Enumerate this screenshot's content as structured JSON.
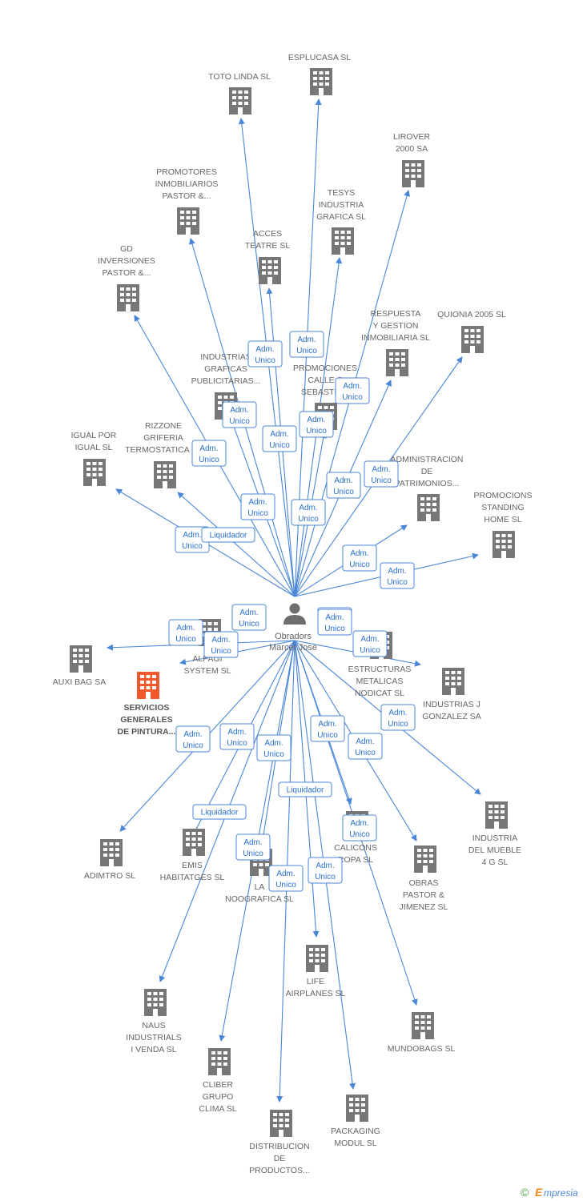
{
  "person": {
    "lines": [
      "Obradors",
      "Marcet Jose"
    ],
    "icon": "person-icon"
  },
  "colors": {
    "edge": "#4a86d8",
    "building": "#777777",
    "highlight": "#f05a2a",
    "label": "#666666",
    "badge_border": "#4a86d8",
    "badge_text": "#2a6fd0"
  },
  "companies": [
    {
      "id": "esplucasa",
      "lines": [
        "ESPLUCASA SL"
      ]
    },
    {
      "id": "toto-linda",
      "lines": [
        "TOTO LINDA SL"
      ]
    },
    {
      "id": "lirover",
      "lines": [
        "LIROVER",
        "2000 SA"
      ]
    },
    {
      "id": "promotores-inmobiliarios",
      "lines": [
        "PROMOTORES",
        "INMOBILIARIOS",
        "PASTOR &..."
      ]
    },
    {
      "id": "tesys",
      "lines": [
        "TESYS",
        "INDUSTRIA",
        "GRAFICA SL"
      ]
    },
    {
      "id": "acces-teatre",
      "lines": [
        "ACCES",
        "TEATRE SL"
      ]
    },
    {
      "id": "gd-inversiones",
      "lines": [
        "GD",
        "INVERSIONES",
        "PASTOR &..."
      ]
    },
    {
      "id": "respuesta-gestion",
      "lines": [
        "RESPUESTA",
        "Y GESTION",
        "INMOBILIARIA SL"
      ]
    },
    {
      "id": "quionia",
      "lines": [
        "QUIONIA 2005 SL"
      ]
    },
    {
      "id": "industrias-graficas",
      "lines": [
        "INDUSTRIAS",
        "GRAFICAS",
        "PUBLICITARIAS..."
      ]
    },
    {
      "id": "promociones-calle",
      "lines": [
        "PROMOCIONES",
        "CALLE S",
        "SEBASTIA..."
      ]
    },
    {
      "id": "igual-por-igual",
      "lines": [
        "IGUAL POR",
        "IGUAL SL"
      ]
    },
    {
      "id": "rizzone",
      "lines": [
        "RIZZONE",
        "GRIFERIA",
        "TERMOSTATICA SL"
      ]
    },
    {
      "id": "administracion-patrimonios",
      "lines": [
        "ADMINISTRACION",
        "DE",
        "PATRIMONIOS..."
      ]
    },
    {
      "id": "promocions-standing",
      "lines": [
        "PROMOCIONS",
        "STANDING",
        "HOME SL"
      ]
    },
    {
      "id": "auxi-bag",
      "lines": [
        "AUXI BAG SA"
      ]
    },
    {
      "id": "alpagi-system",
      "lines": [
        "ALPAGI",
        "SYSTEM SL"
      ]
    },
    {
      "id": "servicios-generales",
      "lines": [
        "SERVICIOS",
        "GENERALES",
        "DE PINTURA..."
      ],
      "highlight": true
    },
    {
      "id": "estructuras-metalicas",
      "lines": [
        "ESTRUCTURAS",
        "METALICAS",
        "NODICAT SL"
      ]
    },
    {
      "id": "industrias-j-gonzalez",
      "lines": [
        "INDUSTRIAS J",
        "GONZALEZ SA"
      ]
    },
    {
      "id": "industria-mueble",
      "lines": [
        "INDUSTRIA",
        "DEL MUEBLE",
        "4 G SL"
      ]
    },
    {
      "id": "adimtro",
      "lines": [
        "ADIMTRO SL"
      ]
    },
    {
      "id": "emis-habitatges",
      "lines": [
        "EMIS",
        "HABITATGES SL"
      ]
    },
    {
      "id": "la-noografica",
      "lines": [
        "LA",
        "NOOGRAFICA SL"
      ]
    },
    {
      "id": "calicons-ropa",
      "lines": [
        "CALICONS",
        "ROPA SL"
      ]
    },
    {
      "id": "obras-pastor",
      "lines": [
        "OBRAS",
        "PASTOR &",
        "JIMENEZ SL"
      ]
    },
    {
      "id": "life-airplanes",
      "lines": [
        "LIFE",
        "AIRPLANES SL"
      ]
    },
    {
      "id": "naus-industrials",
      "lines": [
        "NAUS",
        "INDUSTRIALS",
        "I VENDA SL"
      ]
    },
    {
      "id": "mundobags",
      "lines": [
        "MUNDOBAGS SL"
      ]
    },
    {
      "id": "cliber-grupo",
      "lines": [
        "CLIBER",
        "GRUPO",
        "CLIMA SL"
      ]
    },
    {
      "id": "packaging-modul",
      "lines": [
        "PACKAGING",
        "MODUL SL"
      ]
    },
    {
      "id": "distribucion-productos",
      "lines": [
        "DISTRIBUCION",
        "DE",
        "PRODUCTOS..."
      ]
    }
  ],
  "relations": [
    {
      "lines": [
        "Adm.",
        "Unico"
      ]
    },
    {
      "lines": [
        "Adm.",
        "Unico"
      ]
    },
    {
      "lines": [
        "Adm.",
        "Unico"
      ]
    },
    {
      "lines": [
        "Adm.",
        "Unico"
      ]
    },
    {
      "lines": [
        "Adm.",
        "Unico"
      ]
    },
    {
      "lines": [
        "Adm.",
        "Unico"
      ]
    },
    {
      "lines": [
        "Adm.",
        "Unico"
      ]
    },
    {
      "lines": [
        "Adm.",
        "Unico"
      ]
    },
    {
      "lines": [
        "Adm.",
        "Unico"
      ]
    },
    {
      "lines": [
        "Adm.",
        "Unico"
      ]
    },
    {
      "lines": [
        "Adm.",
        "Unico"
      ]
    },
    {
      "lines": [
        "Adm.",
        "Unico"
      ]
    },
    {
      "lines": [
        "Adm.",
        "Unico"
      ]
    },
    {
      "lines": [
        "Liquidador"
      ]
    },
    {
      "lines": [
        "Adm.",
        "Unico"
      ]
    },
    {
      "lines": [
        "Adm.",
        "Unico"
      ]
    },
    {
      "lines": [
        "Adm.",
        "Unico"
      ]
    },
    {
      "lines": [
        "Adm.",
        "Unico"
      ]
    },
    {
      "lines": [
        "Adm.",
        "Unico"
      ]
    },
    {
      "lines": [
        "Adm.",
        "Unico"
      ]
    },
    {
      "lines": [
        "Adm.",
        "Unico"
      ]
    },
    {
      "lines": [
        "Adm.",
        "Unico"
      ]
    },
    {
      "lines": [
        "Adm.",
        "Unico"
      ]
    },
    {
      "lines": [
        "Adm.",
        "Unico"
      ]
    },
    {
      "lines": [
        "Adm.",
        "Unico"
      ]
    },
    {
      "lines": [
        "Adm.",
        "Unico"
      ]
    },
    {
      "lines": [
        "Adm.",
        "Unico"
      ]
    },
    {
      "lines": [
        "Liquidador"
      ]
    },
    {
      "lines": [
        "Liquidador"
      ]
    },
    {
      "lines": [
        "Adm.",
        "Unico"
      ]
    },
    {
      "lines": [
        "Adm.",
        "Unico"
      ]
    },
    {
      "lines": [
        "Adm.",
        "Unico"
      ]
    },
    {
      "lines": [
        "Adm.",
        "Unico"
      ]
    }
  ],
  "watermark": {
    "copyright": "©",
    "brand_initial": "E",
    "brand_rest": "mpresia"
  }
}
